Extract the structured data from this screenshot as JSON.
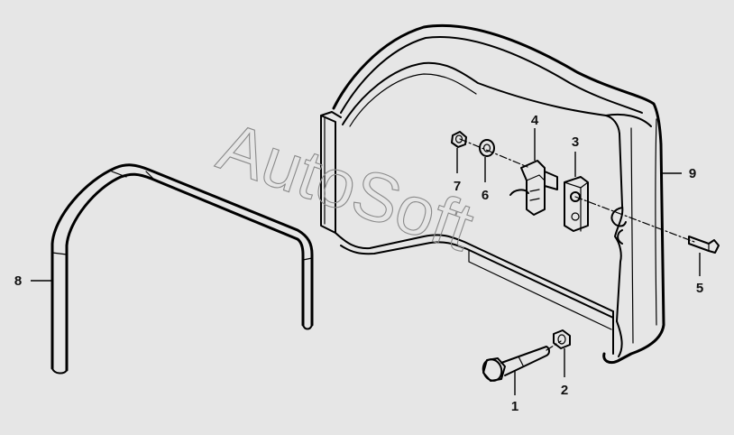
{
  "watermark": "AutoSoft",
  "colors": {
    "background": "#e6e6e6",
    "line": "#000000",
    "watermark": "#8a8a8a"
  },
  "callouts": [
    {
      "id": "1",
      "label": "1"
    },
    {
      "id": "2",
      "label": "2"
    },
    {
      "id": "3",
      "label": "3"
    },
    {
      "id": "4",
      "label": "4"
    },
    {
      "id": "5",
      "label": "5"
    },
    {
      "id": "6",
      "label": "6"
    },
    {
      "id": "7",
      "label": "7"
    },
    {
      "id": "8",
      "label": "8"
    },
    {
      "id": "9",
      "label": "9"
    }
  ]
}
